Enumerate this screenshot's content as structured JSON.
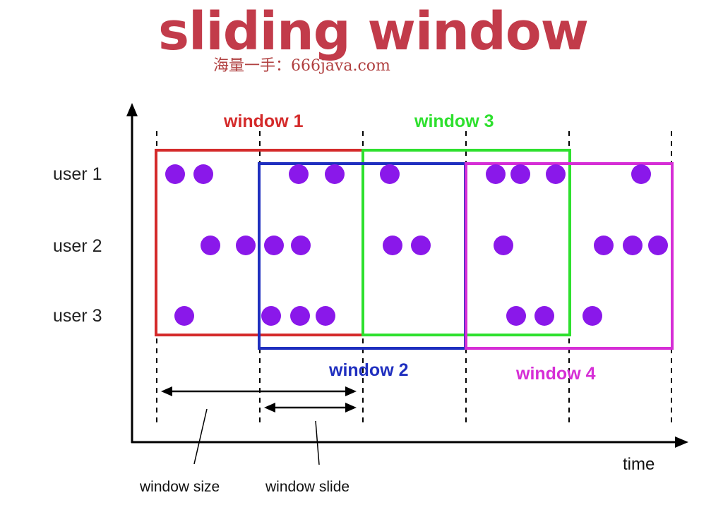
{
  "title": "sliding window",
  "watermark": "海量一手：666java.com",
  "axis": {
    "x_label": "time"
  },
  "users": [
    {
      "label": "user 1"
    },
    {
      "label": "user 2"
    },
    {
      "label": "user 3"
    }
  ],
  "windows": [
    {
      "label": "window 1",
      "color": "#d42a2a"
    },
    {
      "label": "window 2",
      "color": "#1f2fbf"
    },
    {
      "label": "window 3",
      "color": "#2ee02e"
    },
    {
      "label": "window 4",
      "color": "#d62ed6"
    }
  ],
  "annotations": {
    "window_size": "window size",
    "window_slide": "window slide"
  },
  "colors": {
    "event": "#8a18ea",
    "axis": "#000000"
  }
}
